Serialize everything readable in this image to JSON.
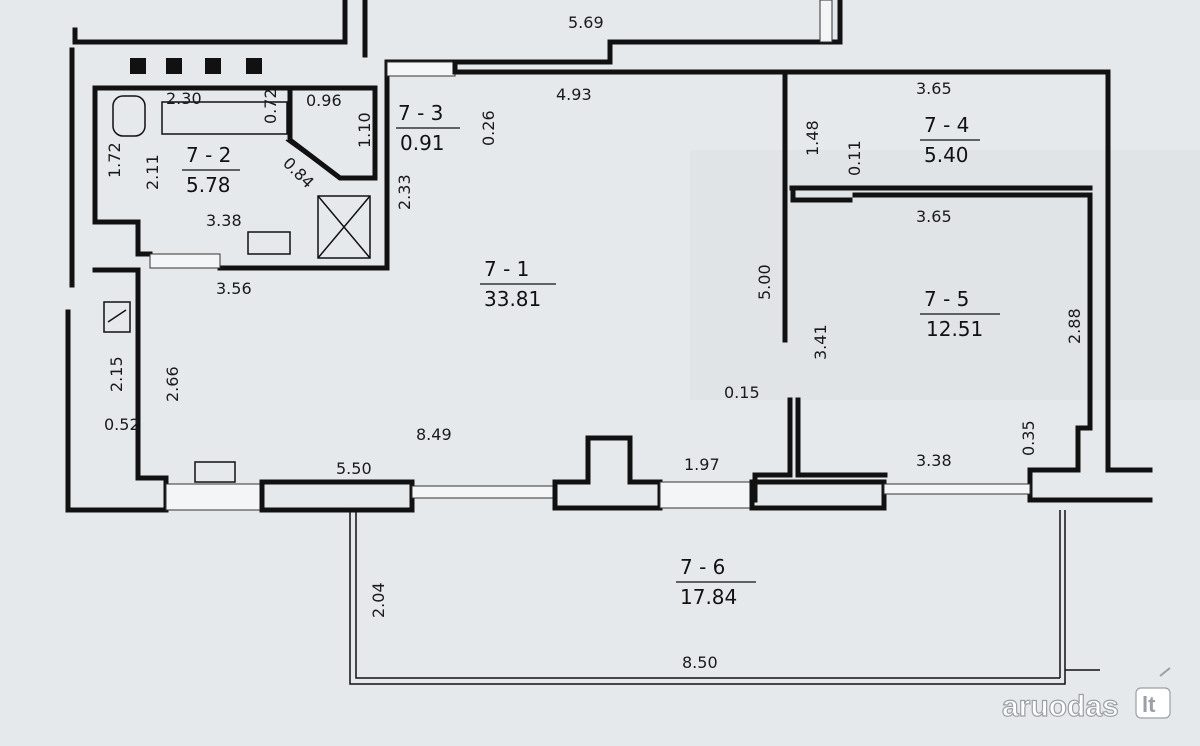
{
  "rooms": [
    {
      "id": "7 - 1",
      "area": "33.81"
    },
    {
      "id": "7 - 2",
      "area": "5.78"
    },
    {
      "id": "7 - 3",
      "area": "0.91"
    },
    {
      "id": "7 - 4",
      "area": "5.40"
    },
    {
      "id": "7 - 5",
      "area": "12.51"
    },
    {
      "id": "7 - 6",
      "area": "17.84"
    }
  ],
  "dimensions": {
    "d569": "5.69",
    "d493": "4.93",
    "d026": "0.26",
    "d230": "2.30",
    "d072": "0.72",
    "d096": "0.96",
    "d110": "1.10",
    "d172": "1.72",
    "d211": "2.11",
    "d084": "0.84",
    "d233": "2.33",
    "d338a": "3.38",
    "d356": "3.56",
    "d365a": "3.65",
    "d148": "1.48",
    "d011": "0.11",
    "d365b": "3.65",
    "d500": "5.00",
    "d341": "3.41",
    "d015": "0.15",
    "d288": "2.88",
    "d035": "0.35",
    "d215": "2.15",
    "d266": "2.66",
    "d052": "0.52",
    "d849": "8.49",
    "d550": "5.50",
    "d197": "1.97",
    "d338b": "3.38",
    "d204": "2.04",
    "d850": "8.50"
  },
  "watermark": {
    "text": "aruodas",
    "suffix": "lt"
  }
}
